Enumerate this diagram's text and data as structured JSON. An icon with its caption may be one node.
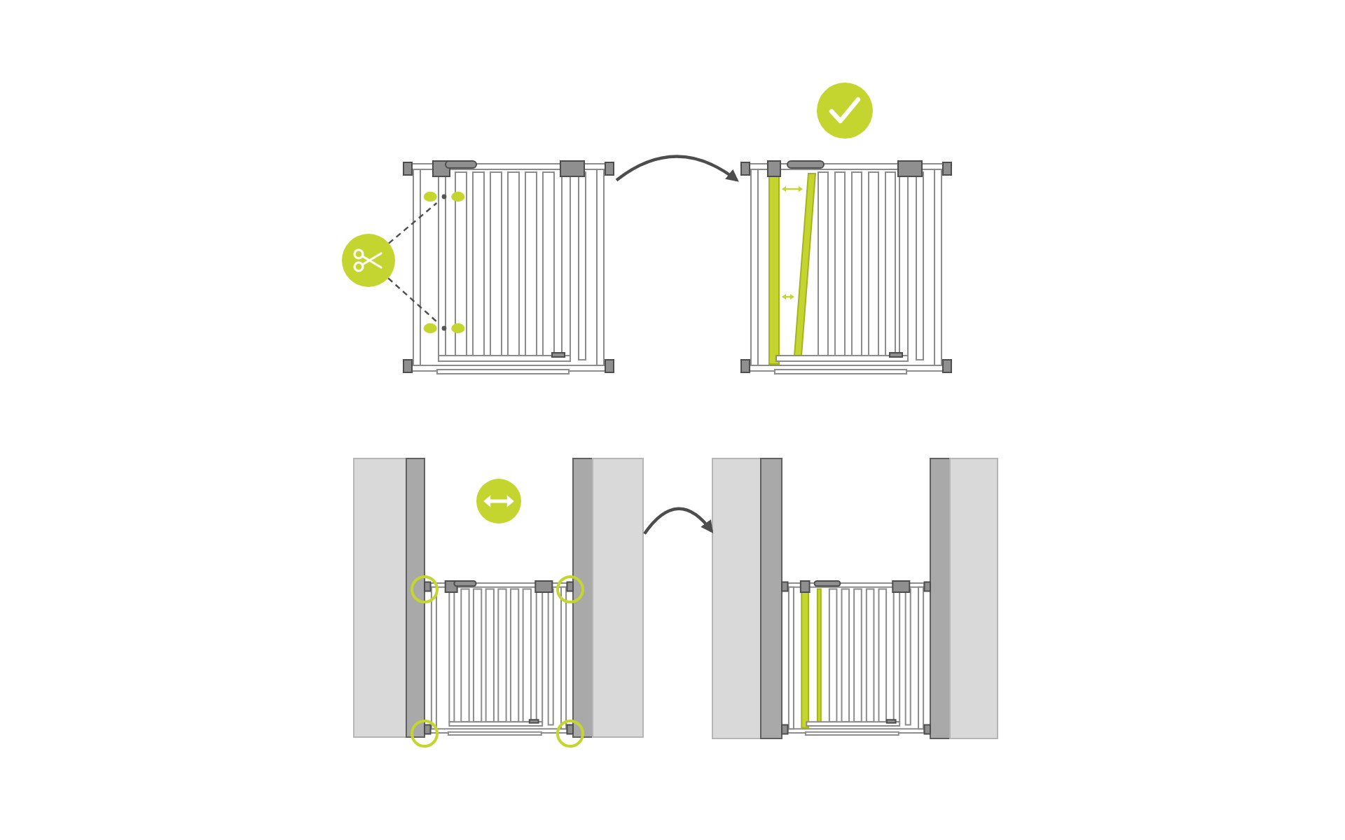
{
  "diagram": {
    "nodes": [
      {
        "text": [],
        "shape": "picture"
      },
      {
        "text": [],
        "shape": "bar",
        "in": 0
      },
      {
        "text": [],
        "shape": "bar",
        "in": 0
      },
      {
        "text": [],
        "shape": "circle"
      },
      {
        "text": [],
        "shape": "circle"
      },
      {
        "text": [],
        "shape": "picture"
      },
      {
        "text": [],
        "shape": "picture"
      },
      {
        "text": [],
        "shape": "circle",
        "in": 6
      },
      {
        "text": [],
        "shape": "picture"
      }
    ],
    "edges": [
      {
        "from": 3,
        "to": 1,
        "arrow": "none",
        "style": "dashed"
      },
      {
        "from": 3,
        "to": 2,
        "arrow": "none",
        "style": "dashed"
      },
      {
        "from": 0,
        "to": 5,
        "arrow": "to"
      },
      {
        "from": 6,
        "to": 8,
        "arrow": "to"
      }
    ]
  }
}
